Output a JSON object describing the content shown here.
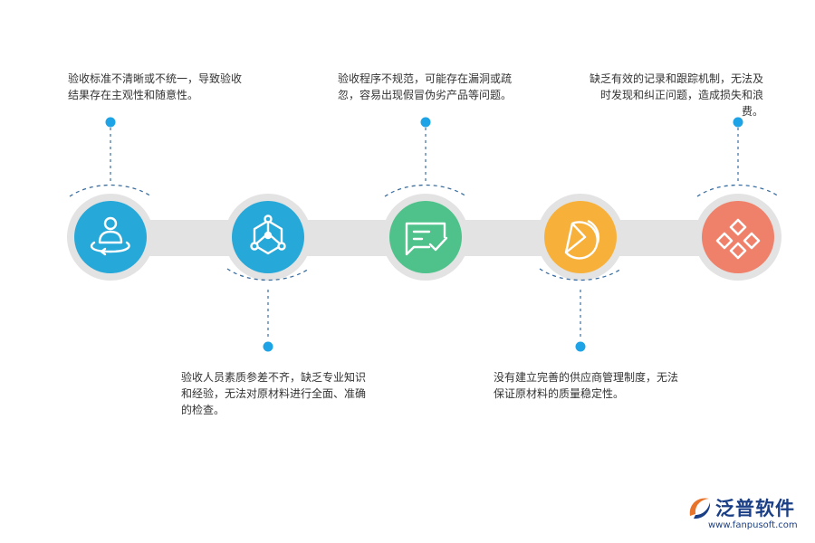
{
  "notes": [
    "验收标准不清晰或不统一，导致验收结果存在主观性和随意性。",
    "验收人员素质参差不齐，缺乏专业知识和经验，无法对原材料进行全面、准确的检查。",
    "验收程序不规范，可能存在漏洞或疏忽，容易出现假冒伪劣产品等问题。",
    "没有建立完善的供应商管理制度，无法保证原材料的质量稳定性。",
    "缺乏有效的记录和跟踪机制，无法及时发现和纠正问题，造成损失和浪费。"
  ],
  "colors": {
    "circle_1": "#26a8d8",
    "circle_2": "#26a8d8",
    "circle_3": "#4ec28a",
    "circle_4": "#f7b13a",
    "circle_5": "#ef8069",
    "connector": "#e1e1e1",
    "dot": "#1ea3e6",
    "dash": "#3a6ea0"
  },
  "logo": {
    "brand": "泛普软件",
    "url": "www.fanpusoft.com"
  }
}
